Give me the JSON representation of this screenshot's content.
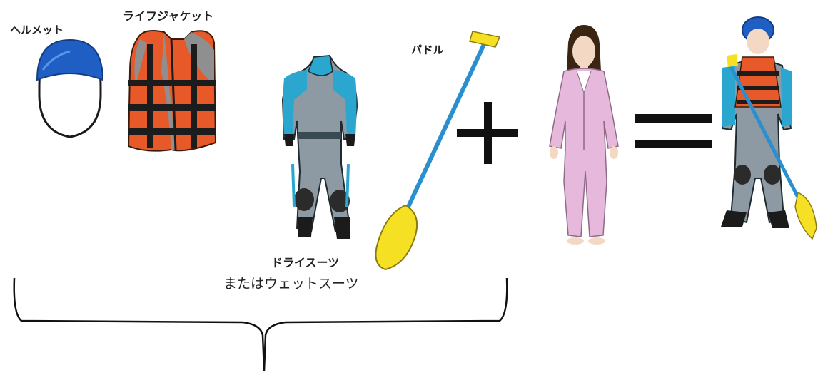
{
  "labels": {
    "helmet": "ヘルメット",
    "life_jacket": "ライフジャケット",
    "dry_suit": "ドライスーツ",
    "wet_suit_alt": "またはウェットスーツ",
    "paddle": "パドル"
  },
  "symbols": {
    "plus": "+",
    "equals": "="
  },
  "colors": {
    "helmet_blue": "#1f5fc4",
    "vest_orange": "#e8592a",
    "vest_gray": "#8f8f8f",
    "suit_teal": "#2aa6cf",
    "suit_gray": "#8e9aa3",
    "paddle_yellow": "#f5e023",
    "paddle_shaft": "#2a8fcf",
    "clothes_pink": "#e6b8dc",
    "skin": "#f3d9c4",
    "hair": "#3a2412"
  },
  "icons": [
    "helmet-icon",
    "life-jacket-icon",
    "dry-suit-icon",
    "paddle-icon",
    "person-icon",
    "rafter-icon",
    "curly-brace-icon"
  ]
}
